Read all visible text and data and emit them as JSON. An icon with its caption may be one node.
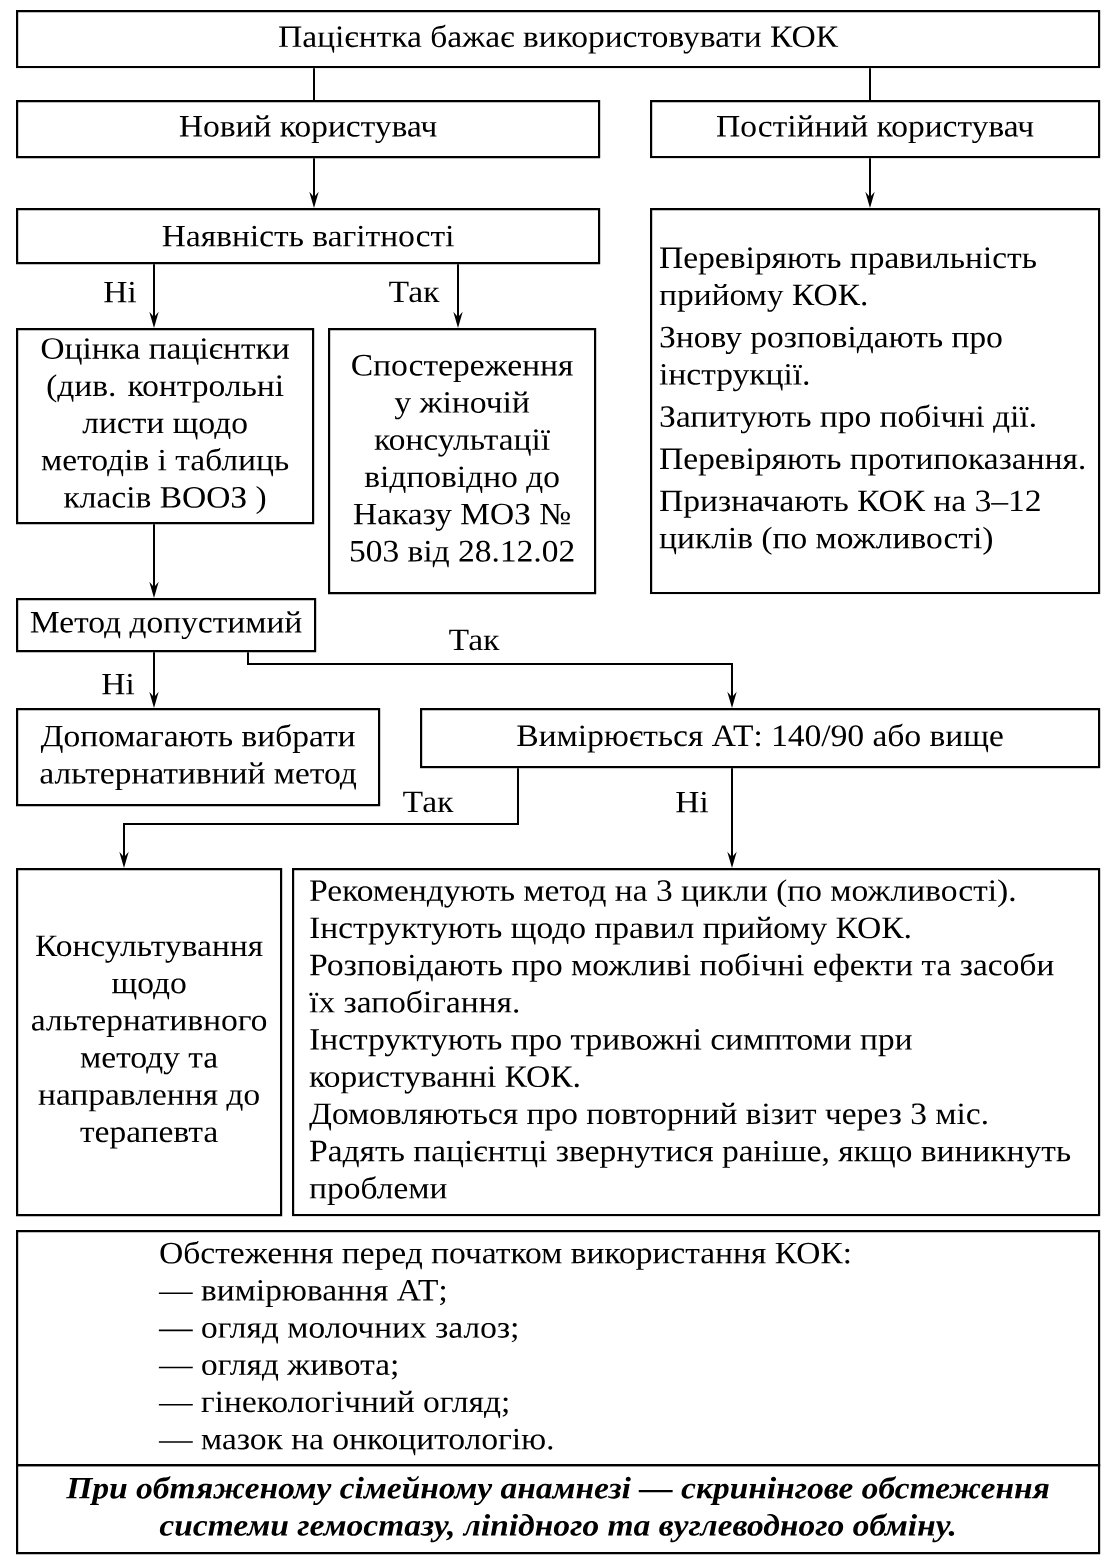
{
  "diagram": {
    "nodes": [
      {
        "text": [
          "Пацієнтка бажає використовувати КОК"
        ]
      },
      {
        "text": [
          "Новий користувач"
        ]
      },
      {
        "text": [
          "Постійний користувач"
        ]
      },
      {
        "text": [
          "Наявність вагітності"
        ]
      },
      {
        "text": [
          "Оцінка пацієнтки (див. контрольні листи щодо методів і таблиць класів ВООЗ )"
        ]
      },
      {
        "text": [
          "Спостереження у жіночій консультації відповідно до Наказу МОЗ № 503 від 28.12.02"
        ]
      },
      {
        "text": [
          "Перевіряють правильність прийому КОК.",
          "Знову розповідають про інструкції.",
          "Запитують про побічні дії.",
          "Перевіряють протипоказання.",
          "Призначають КОК на 3–12 циклів (по можливості)"
        ]
      },
      {
        "text": [
          "Метод допустимий"
        ]
      },
      {
        "text": [
          "Допомагають вибрати альтернативний метод"
        ]
      },
      {
        "text": [
          "Вимірюється АТ: 140/90 або вище"
        ]
      },
      {
        "text": [
          "Консультування щодо альтернативного методу та направлення до терапевта"
        ]
      },
      {
        "text": [
          "Рекомендують метод на 3 цикли (по можливості).",
          "Інструктують щодо правил прийому КОК.",
          "Розповідають про можливі побічні ефекти та засоби їх запобігання.",
          "Інструктують про тривожні симптоми при користуванні КОК.",
          "Домовляються про повторний візит через 3 міс.",
          "Радять пацієнтці звернутися раніше, якщо виникнуть проблеми"
        ]
      },
      {
        "text": [
          "Обстеження перед початком використання КОК:",
          "— вимірювання АТ;",
          "— огляд молочних залоз;",
          "— огляд живота;",
          "— гінекологічний огляд;",
          "— мазок на онкоцитологію."
        ]
      },
      {
        "text": [
          "При обтяженому сімейному анамнезі — скринінгове обстеження системи гемостазу, ліпідного та вуглеводного обміну."
        ]
      }
    ],
    "edges": [
      {
        "from": 0,
        "to": 1,
        "arrow": "none"
      },
      {
        "from": 0,
        "to": 2,
        "arrow": "none"
      },
      {
        "from": 1,
        "to": 3,
        "arrow": "to"
      },
      {
        "from": 2,
        "to": 6,
        "arrow": "to"
      },
      {
        "from": 3,
        "to": 4,
        "arrow": "to",
        "label": "Ні"
      },
      {
        "from": 3,
        "to": 5,
        "arrow": "to",
        "label": "Так"
      },
      {
        "from": 4,
        "to": 7,
        "arrow": "to"
      },
      {
        "from": 7,
        "to": 8,
        "arrow": "to",
        "label": "Ні"
      },
      {
        "from": 7,
        "to": 9,
        "arrow": "to",
        "label": "Так"
      },
      {
        "from": 9,
        "to": 10,
        "arrow": "to",
        "label": "Так"
      },
      {
        "from": 9,
        "to": 11,
        "arrow": "to",
        "label": "Ні"
      }
    ]
  }
}
